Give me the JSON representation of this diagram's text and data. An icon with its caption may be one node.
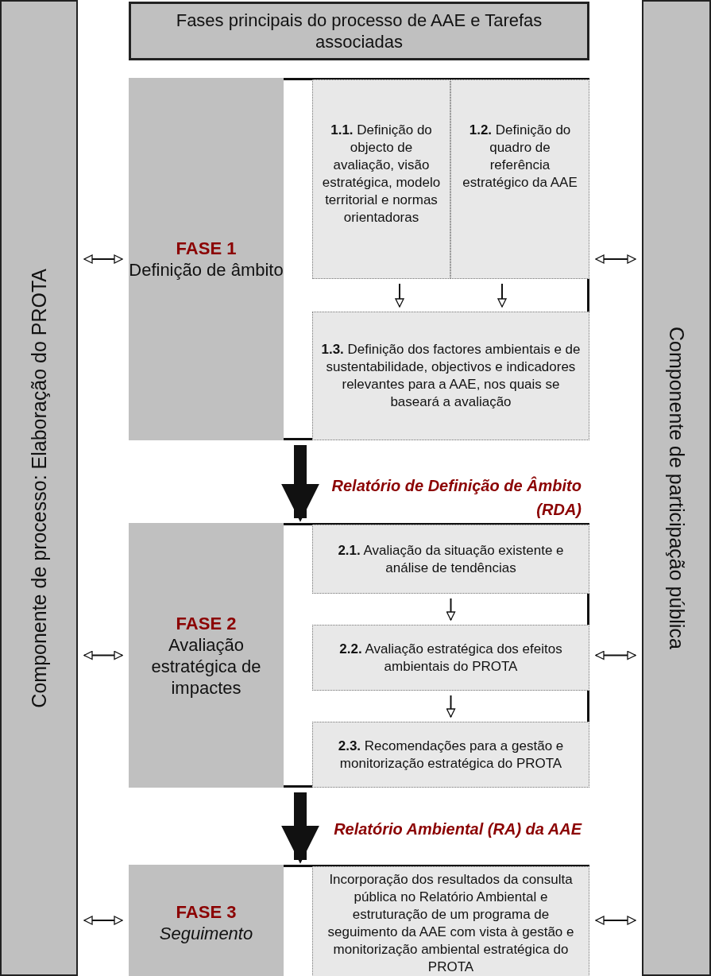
{
  "diagram": {
    "nodes": [
      {
        "text": [
          "Componente de processo: Elaboração do PROTA"
        ]
      },
      {
        "text": [
          "Componente de participação pública"
        ]
      },
      {
        "text": [
          "Fases principais do processo de AAE e Tarefas associadas"
        ]
      },
      {
        "text": [],
        "shape": "box"
      },
      {
        "text": [
          "FASE 1",
          "Definição de âmbito"
        ],
        "in": 3
      },
      {
        "text": [
          "**1.1.** Definição do objecto de avaliação, visão estratégica, modelo territorial e normas orientadoras"
        ],
        "in": 3
      },
      {
        "text": [
          "**1.2.** Definição do quadro de referência estratégico da AAE"
        ],
        "in": 3
      },
      {
        "text": [
          "**1.3.** Definição dos factores ambientais e de sustentabilidade, objectivos e indicadores relevantes para a AAE, nos quais se baseará a avaliação"
        ],
        "in": 3
      },
      {
        "text": [],
        "shape": "box"
      },
      {
        "text": [
          "FASE 2",
          "Avaliação estratégica de impactes"
        ],
        "in": 8
      },
      {
        "text": [
          "**2.1.** Avaliação da situação existente e análise de tendências"
        ],
        "in": 8
      },
      {
        "text": [
          "**2.2.** Avaliação estratégica dos efeitos ambientais do PROTA"
        ],
        "in": 8
      },
      {
        "text": [
          "**2.3.** Recomendações para a gestão e monitorização estratégica do PROTA"
        ],
        "in": 8
      },
      {
        "text": [],
        "shape": "box"
      },
      {
        "text": [
          "FASE 3",
          "Seguimento"
        ],
        "in": 13
      },
      {
        "text": [
          "Incorporação dos resultados da consulta pública no Relatório Ambiental e estruturação de um programa de seguimento da AAE com vista à gestão e monitorização ambiental estratégica do PROTA"
        ],
        "in": 13
      }
    ],
    "edges": [
      {
        "from": 0,
        "to": 3,
        "arrow": "both"
      },
      {
        "from": 3,
        "to": 1,
        "arrow": "both"
      },
      {
        "from": 5,
        "to": 7,
        "arrow": "to"
      },
      {
        "from": 6,
        "to": 7,
        "arrow": "to"
      },
      {
        "from": 3,
        "to": 8,
        "arrow": "to",
        "style": "thick",
        "label": "Relatório de Definição de Âmbito (RDA)"
      },
      {
        "from": 0,
        "to": 8,
        "arrow": "both"
      },
      {
        "from": 8,
        "to": 1,
        "arrow": "both"
      },
      {
        "from": 10,
        "to": 11,
        "arrow": "to"
      },
      {
        "from": 11,
        "to": 12,
        "arrow": "to"
      },
      {
        "from": 8,
        "to": 13,
        "arrow": "to",
        "style": "thick",
        "label": "Relatório Ambiental (RA) da AAE"
      },
      {
        "from": 0,
        "to": 13,
        "arrow": "both"
      },
      {
        "from": 13,
        "to": 1,
        "arrow": "both"
      }
    ]
  }
}
